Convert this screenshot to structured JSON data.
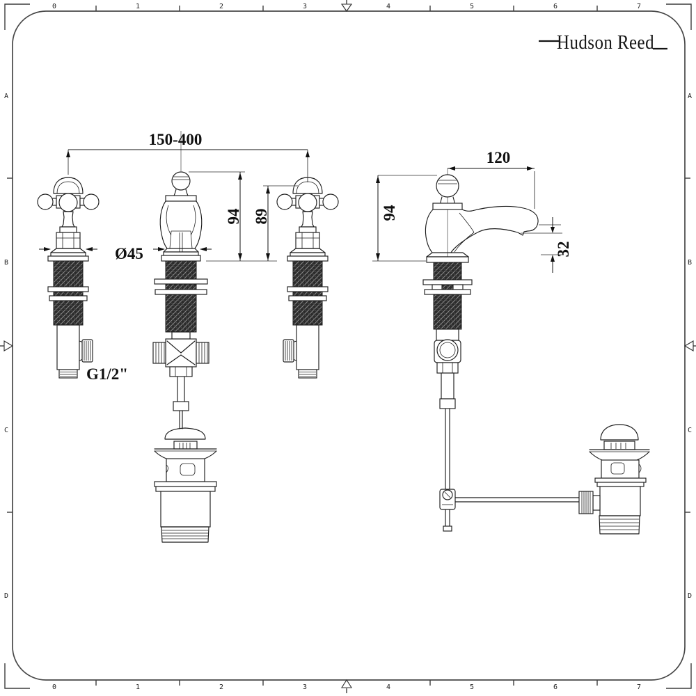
{
  "sheet": {
    "brand": "Hudson Reed",
    "cols": [
      "0",
      "1",
      "2",
      "3",
      "4",
      "5",
      "6",
      "7"
    ],
    "rows": [
      "A",
      "B",
      "C",
      "D"
    ]
  },
  "front_view": {
    "centers_distance": "150-400",
    "spout_height": "94",
    "handle_height": "89",
    "base_diameter": "Ø45",
    "thread_size": "G1/2\""
  },
  "side_view": {
    "height": "94",
    "reach": "120",
    "outlet_drop": "32"
  }
}
